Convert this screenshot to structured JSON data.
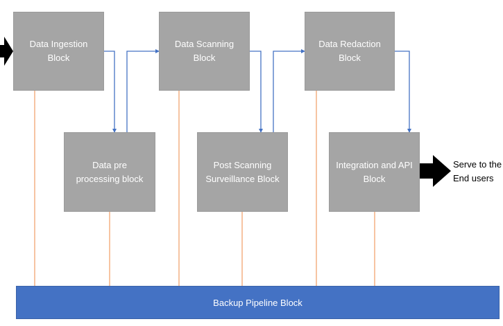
{
  "blocks": {
    "ingestion": "Data Ingestion Block",
    "preprocessing": "Data pre processing block",
    "scanning": "Data Scanning Block",
    "post_scanning": "Post Scanning Surveillance Block",
    "redaction": "Data Redaction Block",
    "integration": "Integration and API Block"
  },
  "backup": "Backup Pipeline Block",
  "output_label": "Serve to the End users",
  "colors": {
    "block_fill": "#a5a5a5",
    "flow_connector": "#4472c4",
    "backup_connector": "#f4b183",
    "backup_fill": "#4472c4",
    "io_arrow": "#000000"
  }
}
